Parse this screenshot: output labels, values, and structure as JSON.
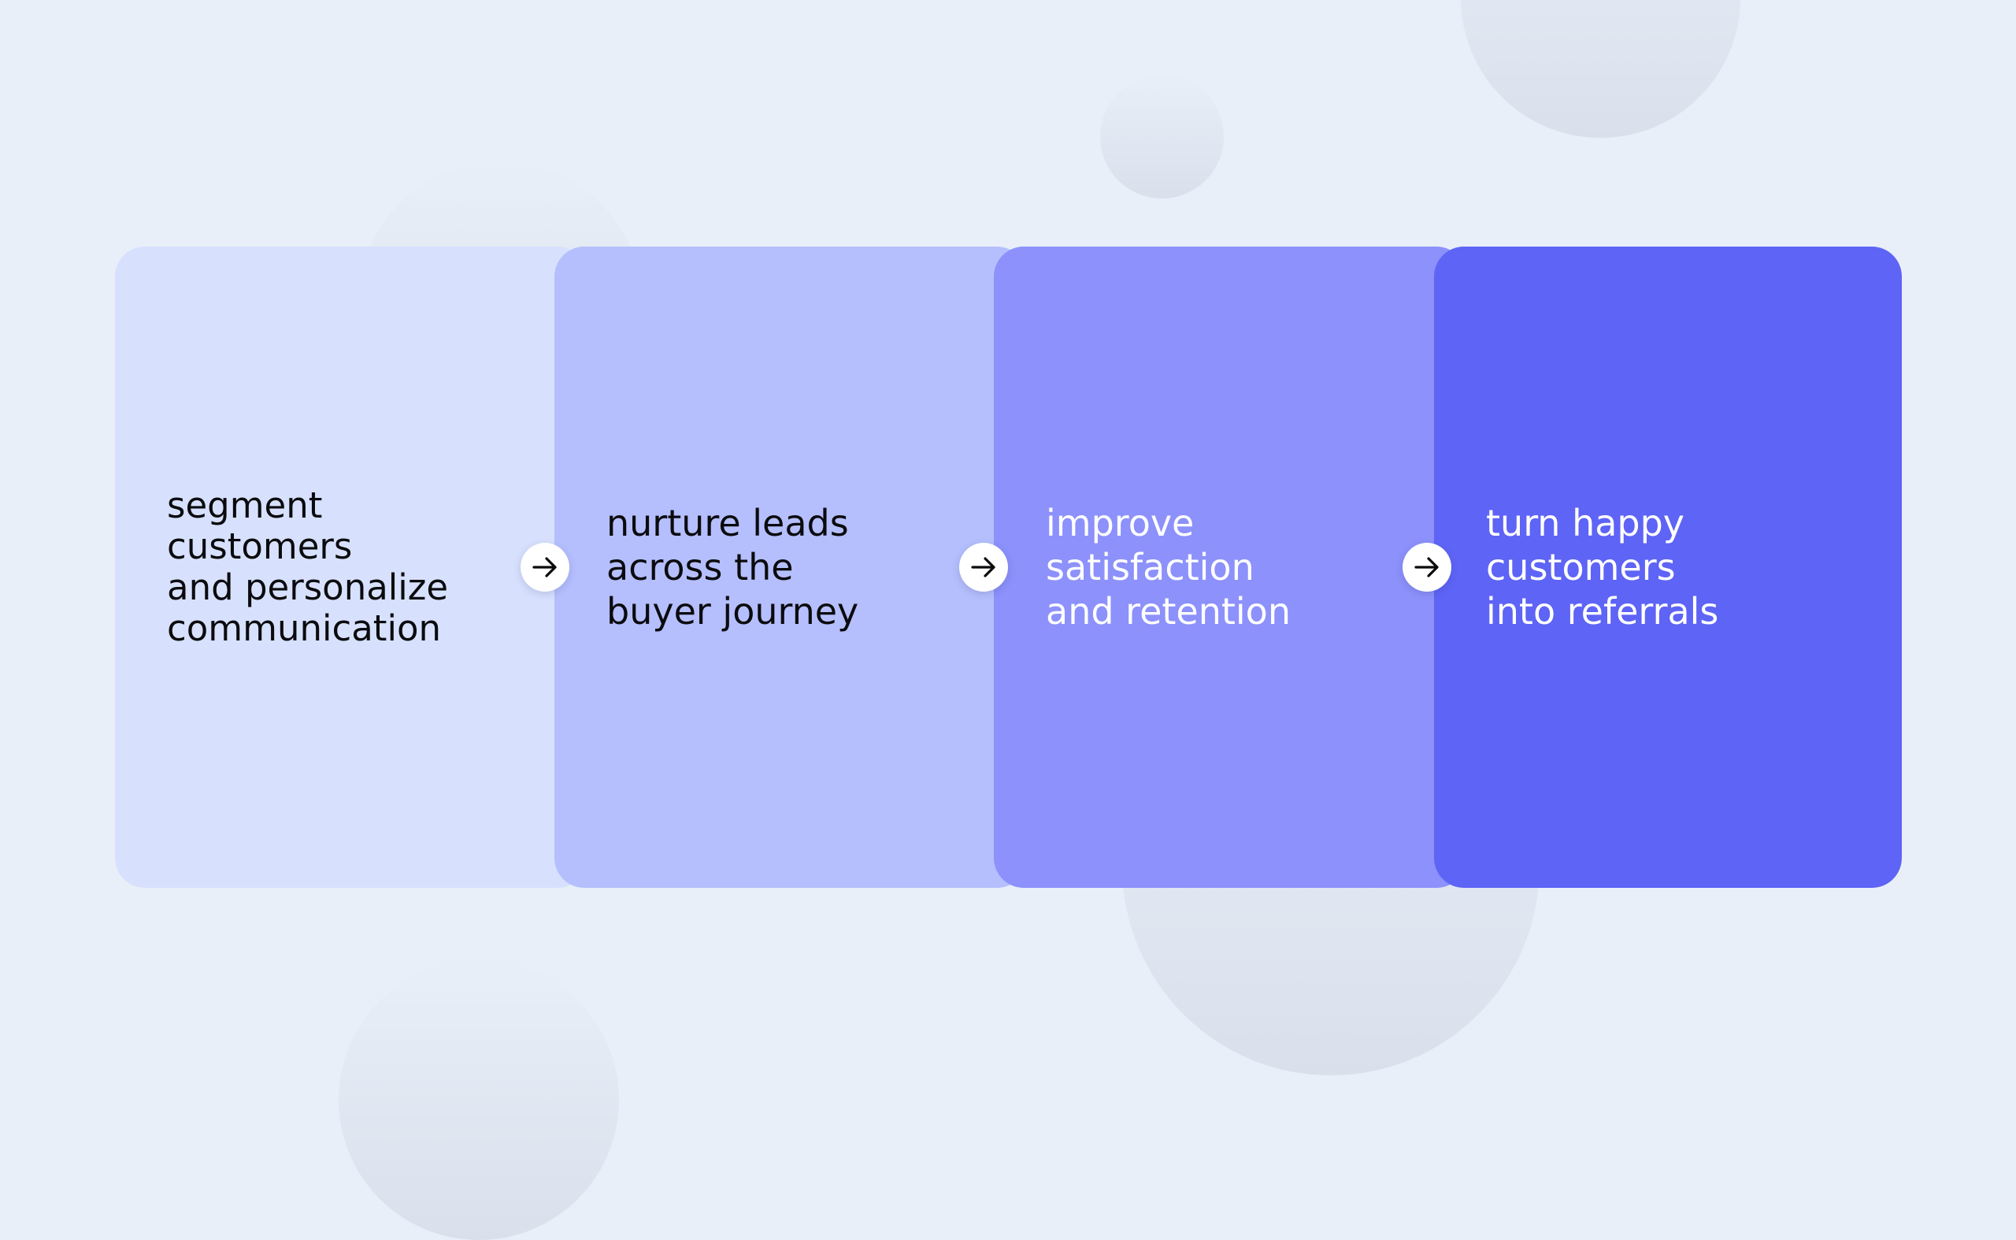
{
  "steps": [
    {
      "label": "segment\ncustomers\nand personalize\ncommunication"
    },
    {
      "label": "nurture leads\nacross the\nbuyer journey"
    },
    {
      "label": "improve\nsatisfaction\nand retention"
    },
    {
      "label": "turn happy\ncustomers\ninto referrals"
    }
  ],
  "connectors": [
    {
      "icon": "arrow-right-icon"
    },
    {
      "icon": "arrow-right-icon"
    },
    {
      "icon": "arrow-right-icon"
    }
  ],
  "colors": {
    "background": "#e8eff9",
    "step1": "#d7e1fd",
    "step2": "#b5bffd",
    "step3": "#8c91fb",
    "step4": "#5e64f5"
  }
}
